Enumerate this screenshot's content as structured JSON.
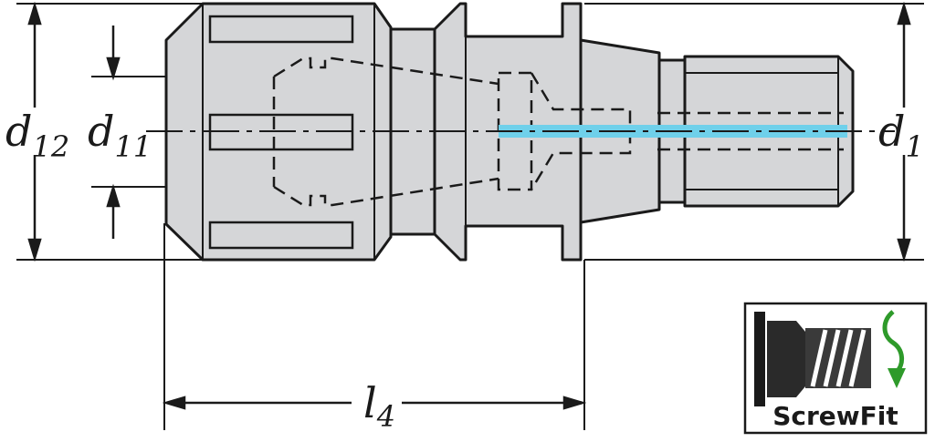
{
  "drawing": {
    "dimensions": {
      "d12": {
        "base": "d",
        "sub": "12"
      },
      "d11": {
        "base": "d",
        "sub": "11"
      },
      "d1": {
        "base": "d",
        "sub": "1"
      },
      "l4": {
        "base": "l",
        "sub": "4"
      }
    },
    "colors": {
      "body_fill": "#d5d6d8",
      "line": "#1a1a1a",
      "coolant_channel": "#6fd0ea",
      "logo_arrow": "#2e9a2a"
    }
  },
  "logo": {
    "label": "ScrewFit",
    "icons": [
      "tool-holder-icon",
      "screw-thread-icon",
      "rotation-arrow-icon"
    ]
  }
}
